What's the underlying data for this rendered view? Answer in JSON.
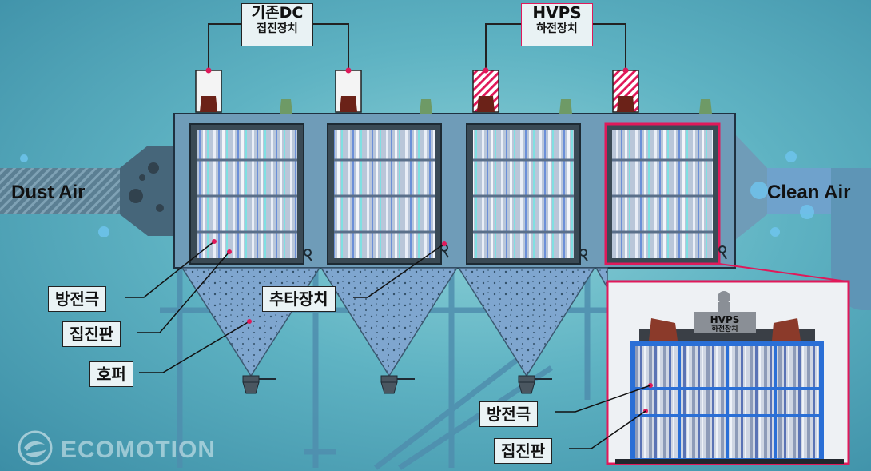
{
  "labels": {
    "existing_dc_line1": "기존DC",
    "existing_dc_line2": "집진장치",
    "hvps_line1": "HVPS",
    "hvps_line2": "하전장치",
    "dust_air": "Dust Air",
    "clean_air": "Clean Air",
    "discharge_electrode": "방전극",
    "collecting_plate": "집진판",
    "rapping_device": "추타장치",
    "hopper": "호퍼",
    "inset_hvps_line1": "HVPS",
    "inset_hvps_line2": "하전장치",
    "inset_discharge_electrode": "방전극",
    "inset_collecting_plate": "집진판"
  },
  "logo": {
    "text": "ECOMOTION",
    "icon": "ecomotion-logo-icon"
  },
  "colors": {
    "accent_pink": "#e0195a",
    "housing": "#6f9cb8",
    "frame_blue": "#2a6fd6",
    "background": "#5fb3c3"
  }
}
